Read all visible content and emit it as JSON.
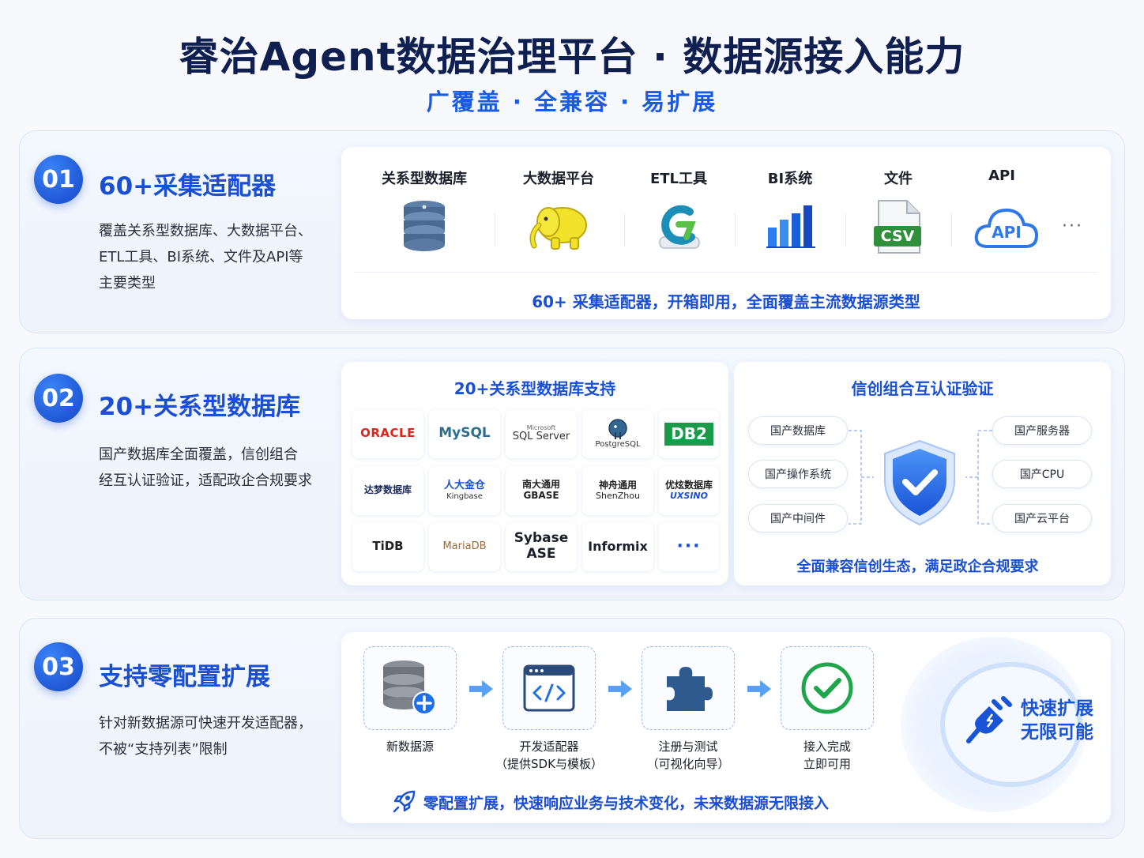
{
  "header": {
    "title": "睿治Agent数据治理平台 · 数据源接入能力",
    "subtitle": "广覆盖  ·  全兼容  ·  易扩展"
  },
  "section1": {
    "number": "01",
    "title": "60+采集适配器",
    "desc_lines": [
      "覆盖关系型数据库、大数据平台、",
      "ETL工具、BI系统、文件及API等",
      "主要类型"
    ],
    "categories": [
      {
        "label": "关系型数据库",
        "icon": "database-icon"
      },
      {
        "label": "大数据平台",
        "icon": "hadoop-elephant-icon"
      },
      {
        "label": "ETL工具",
        "icon": "etl-icon"
      },
      {
        "label": "BI系统",
        "icon": "bar-chart-icon"
      },
      {
        "label": "文件",
        "icon": "csv-file-icon"
      },
      {
        "label": "API",
        "icon": "api-cloud-icon"
      }
    ],
    "csv_label": "CSV",
    "api_label": "API",
    "more": "···",
    "caption": "60+ 采集适配器，开箱即用，全面覆盖主流数据源类型"
  },
  "section2": {
    "number": "02",
    "title": "20+关系型数据库",
    "desc_lines": [
      "国产数据库全面覆盖，信创组合",
      "经互认证验证，适配政企合规要求"
    ],
    "db_card_title": "20+关系型数据库支持",
    "logos": {
      "oracle": "ORACLE",
      "mysql": "MySQL",
      "sqlserver_small": "Microsoft",
      "sqlserver": "SQL Server",
      "postgresql": "PostgreSQL",
      "db2": "DB2",
      "dameng": "达梦数据库",
      "kingbase_cn": "人大金仓",
      "kingbase_en": "Kingbase",
      "gbase_cn": "南大通用",
      "gbase_en": "GBASE",
      "shenzhou_cn": "神舟通用",
      "shenzhou_en": "ShenZhou",
      "uxsino_cn": "优炫数据库",
      "uxsino_en": "UXSINO",
      "tidb": "TiDB",
      "mariadb": "MariaDB",
      "sybase_1": "Sybase",
      "sybase_2": "ASE",
      "informix": "Informix",
      "more": "···"
    },
    "xc_card_title": "信创组合互认证验证",
    "left_pills": [
      "国产数据库",
      "国产操作系统",
      "国产中间件"
    ],
    "right_pills": [
      "国产服务器",
      "国产CPU",
      "国产云平台"
    ],
    "xc_caption": "全面兼容信创生态，满足政企合规要求"
  },
  "section3": {
    "number": "03",
    "title": "支持零配置扩展",
    "desc_lines": [
      "针对新数据源可快速开发适配器，",
      "不被“支持列表”限制"
    ],
    "steps": [
      {
        "lines": [
          "新数据源"
        ],
        "icon": "new-database-icon"
      },
      {
        "lines": [
          "开发适配器",
          "（提供SDK与模板）"
        ],
        "icon": "code-window-icon"
      },
      {
        "lines": [
          "注册与测试",
          "（可视化向导）"
        ],
        "icon": "puzzle-icon"
      },
      {
        "lines": [
          "接入完成",
          "立即可用"
        ],
        "icon": "check-circle-icon"
      }
    ],
    "badge_lines": [
      "快速扩展",
      "无限可能"
    ],
    "caption": "零配置扩展，快速响应业务与技术变化，未来数据源无限接入"
  },
  "colors": {
    "accent": "#1a4fd4",
    "title": "#0f1f4f",
    "success": "#1fa64a"
  }
}
